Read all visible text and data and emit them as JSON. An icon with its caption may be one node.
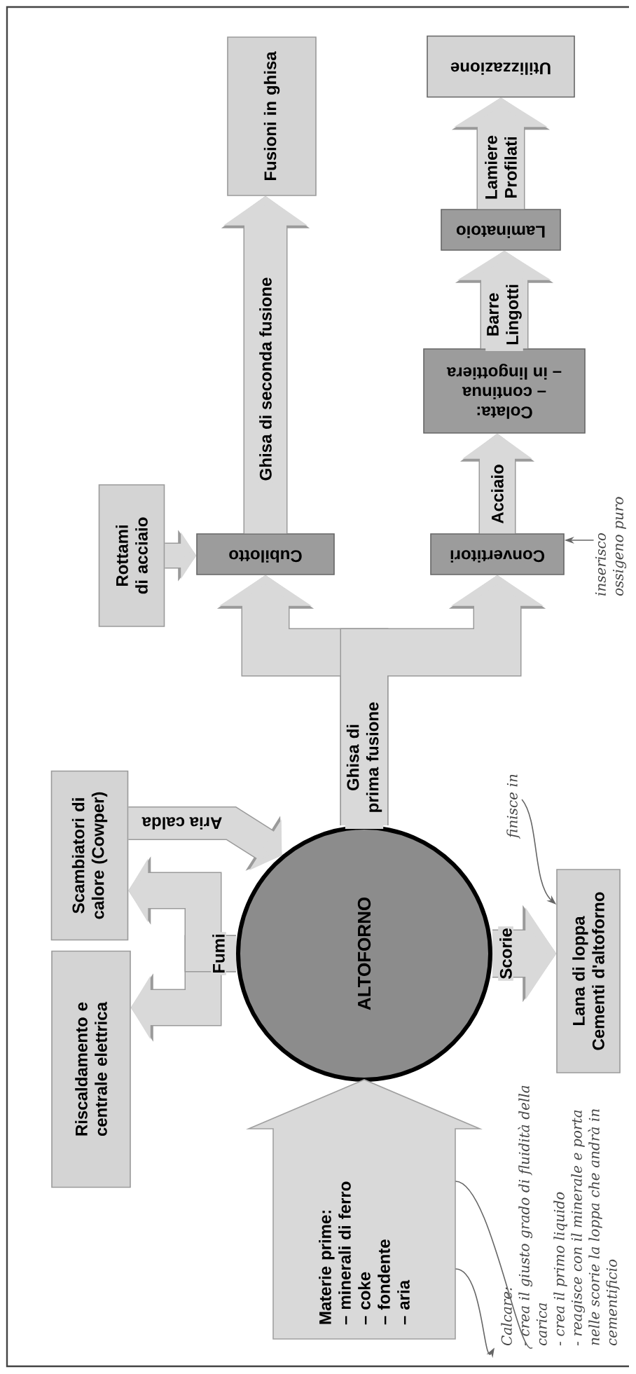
{
  "diagram": {
    "nodes": [
      {
        "text": [
          "Riscaldamento e centrale elettrica"
        ]
      },
      {
        "text": [
          "Scambiatori di calore (Cowper)"
        ]
      },
      {
        "text": [
          "ALTOFORNO"
        ]
      },
      {
        "text": [
          "Materie prime:",
          "– minerali di ferro",
          "– coke",
          "– fondente",
          "– aria"
        ]
      },
      {
        "text": [
          "Rottami di acciaio"
        ]
      },
      {
        "text": [
          "Cubilotto"
        ]
      },
      {
        "text": [
          "Convertitori"
        ]
      },
      {
        "text": [
          "Colata:",
          "– continua",
          "– in lingottiera"
        ]
      },
      {
        "text": [
          "Laminatoio"
        ]
      },
      {
        "text": [
          "Fusioni in ghisa"
        ]
      },
      {
        "text": [
          "Utilizzazione"
        ]
      },
      {
        "text": [
          "Lana di loppa",
          "Cementi d'altoforno"
        ]
      },
      {
        "text": [
          "Calcare:",
          "- crea il giusto grado di fluidità della carica",
          "- crea il primo liquido",
          "- reagisce con il minerale e porta nelle scorie la loppa che andrà in cementificio"
        ]
      },
      {
        "text": [
          "finisce in"
        ]
      },
      {
        "text": [
          "inserisco ossigeno puro"
        ]
      }
    ],
    "edges": [
      {
        "from": 2,
        "to": 0,
        "arrow": "to",
        "label": "Fumi"
      },
      {
        "from": 2,
        "to": 1,
        "arrow": "to"
      },
      {
        "from": 1,
        "to": 2,
        "arrow": "to",
        "label": "Aria calda"
      },
      {
        "from": 2,
        "to": 11,
        "arrow": "to",
        "label": "Scorie"
      },
      {
        "from": 2,
        "to": 5,
        "arrow": "to",
        "label": "Ghisa di prima fusione"
      },
      {
        "from": 2,
        "to": 6,
        "arrow": "to"
      },
      {
        "from": 4,
        "to": 5,
        "arrow": "to"
      },
      {
        "from": 5,
        "to": 9,
        "arrow": "to",
        "label": "Ghisa di seconda fusione"
      },
      {
        "from": 6,
        "to": 7,
        "arrow": "to",
        "label": "Acciaio"
      },
      {
        "from": 7,
        "to": 8,
        "arrow": "to",
        "label": "Barre Lingotti"
      },
      {
        "from": 8,
        "to": 10,
        "arrow": "to",
        "label": "Lamiere Profilati"
      },
      {
        "from": 3,
        "to": 12,
        "arrow": "to",
        "color": "#666666"
      },
      {
        "from": 3,
        "to": 12,
        "arrow": "none",
        "color": "#666666"
      },
      {
        "from": 13,
        "to": 11,
        "arrow": "to",
        "color": "#666666"
      },
      {
        "from": 14,
        "to": 6,
        "arrow": "to",
        "color": "#666666"
      }
    ]
  }
}
